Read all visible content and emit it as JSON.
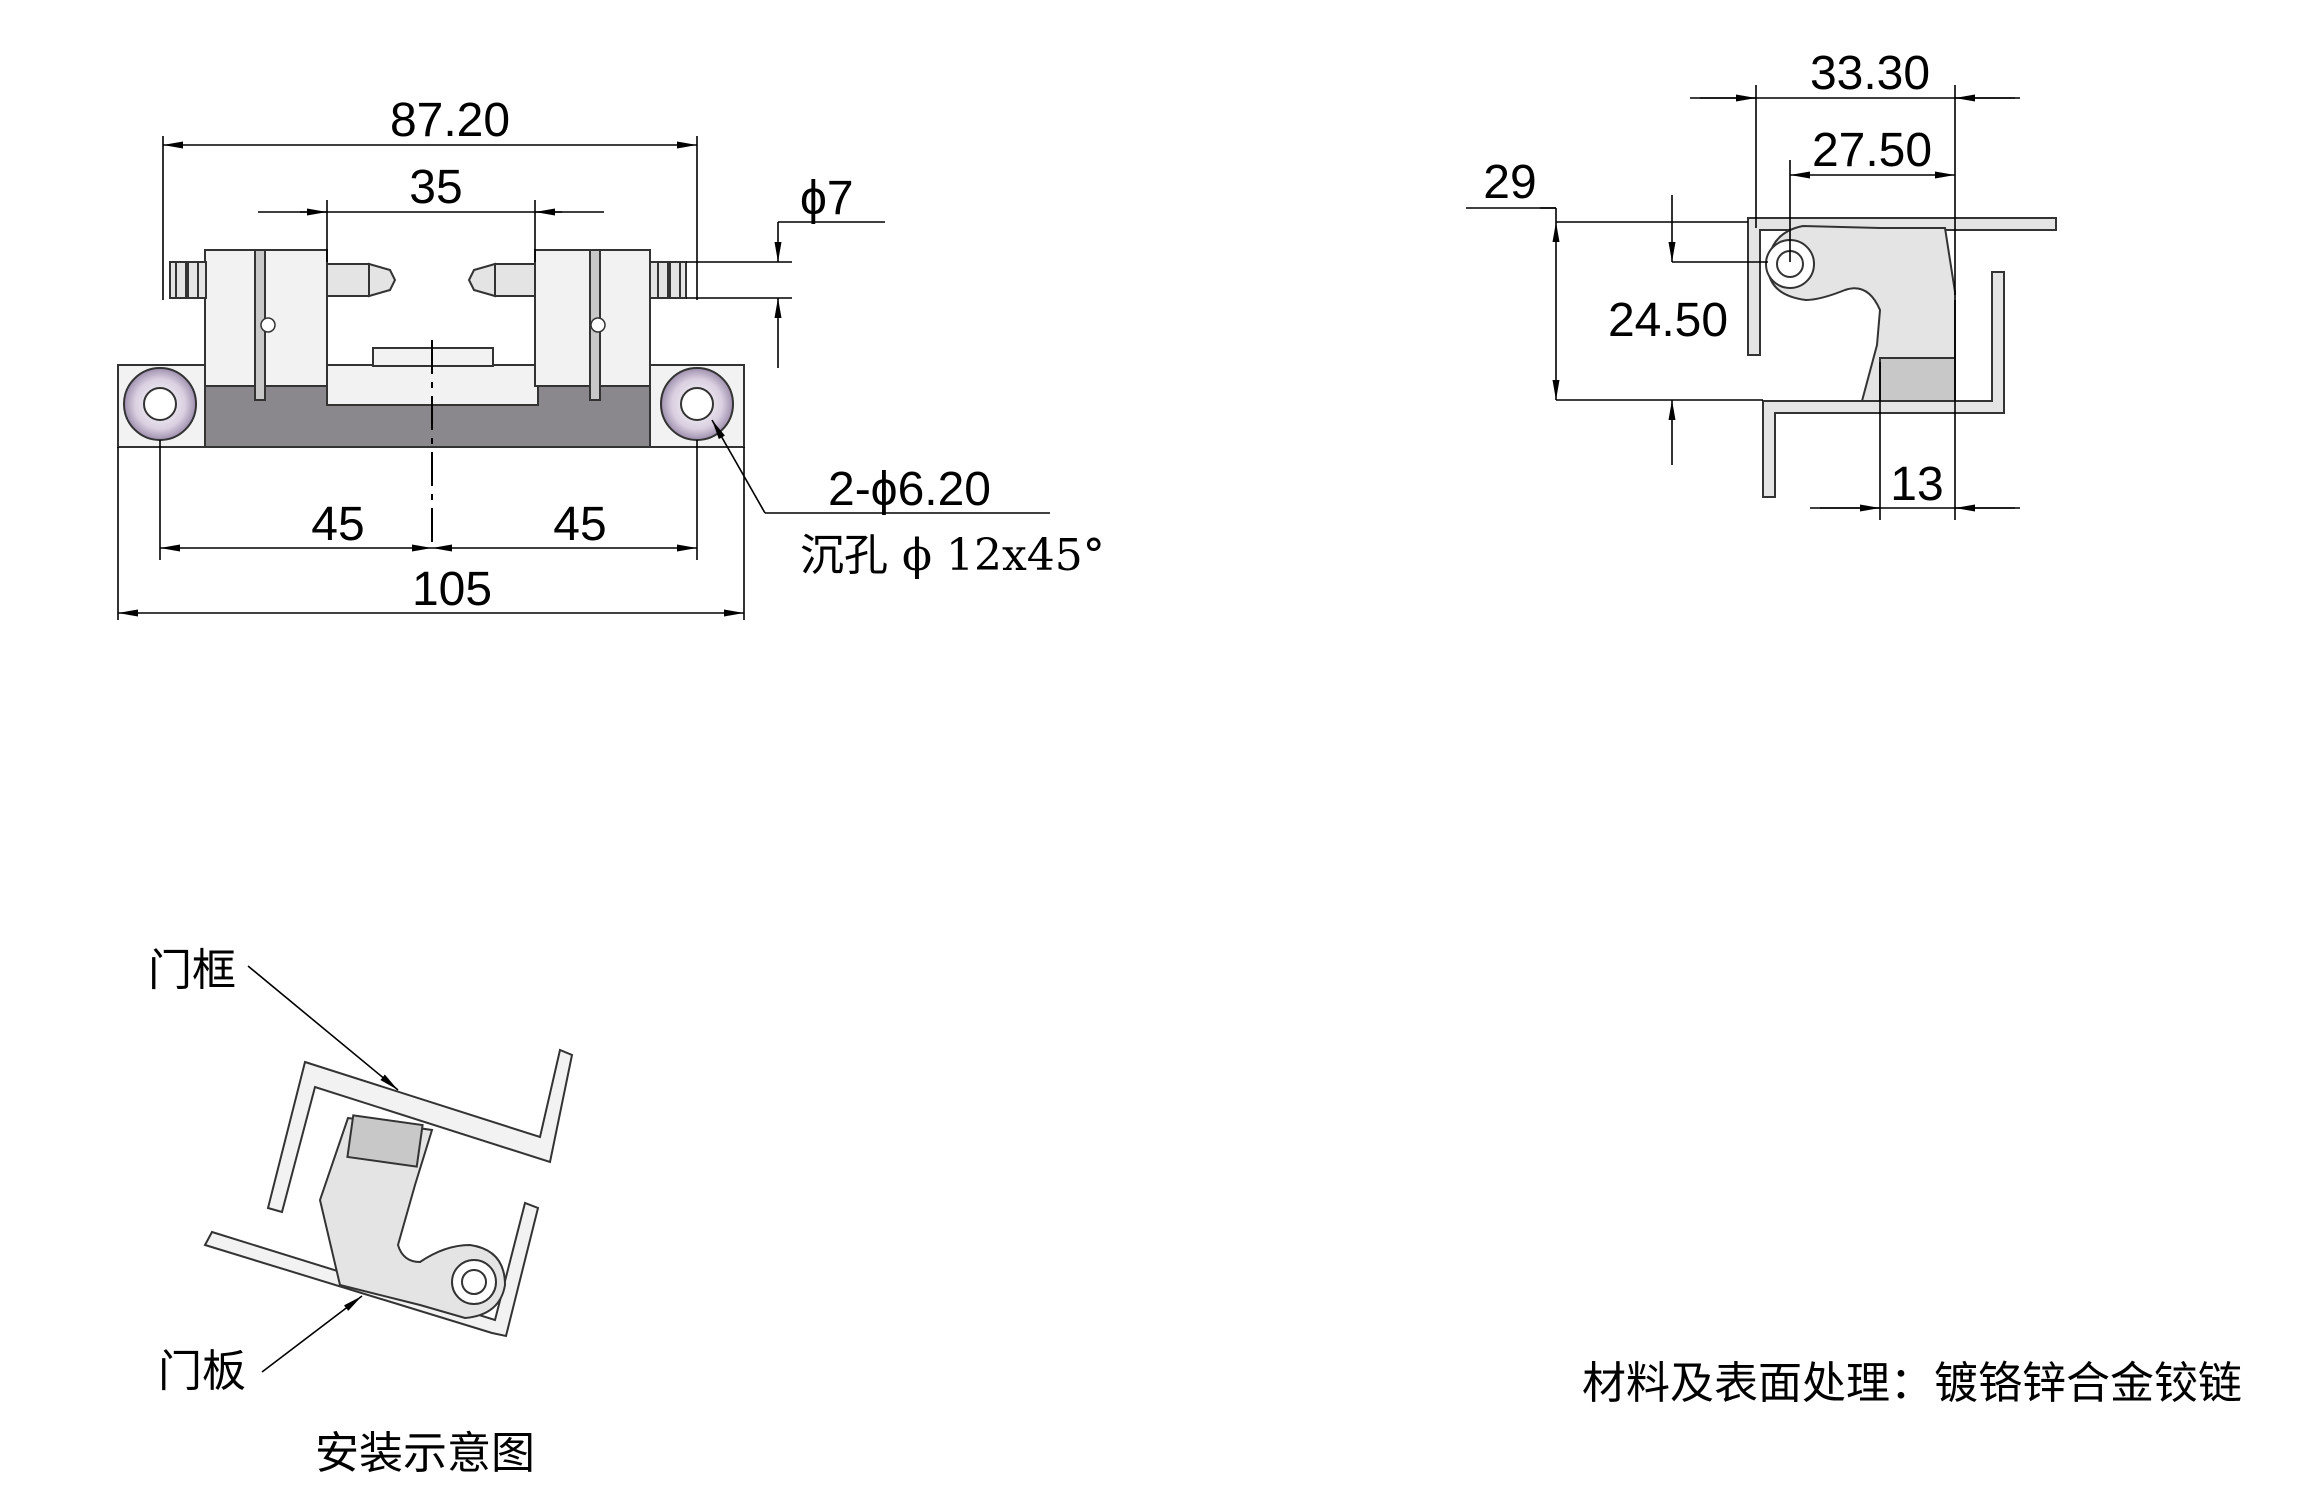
{
  "front_view": {
    "dim_total_pin": "87.20",
    "dim_knuckle_spacing": "35",
    "dim_pin_diameter": "ϕ7",
    "dim_hole_callout": "2-ϕ6.20",
    "dim_countersink": "沉孔 ϕ 12x45°",
    "dim_left_half": "45",
    "dim_right_half": "45",
    "dim_overall_length": "105"
  },
  "side_view": {
    "dim_overall_width": "33.30",
    "dim_pin_to_edge": "27.50",
    "dim_height": "29",
    "dim_pin_height": "24.50",
    "dim_leaf_width": "13"
  },
  "install_view": {
    "label_frame": "门框",
    "label_door": "门板",
    "caption": "安装示意图"
  },
  "note": "材料及表面处理：镀铬锌合金铰链",
  "colors": {
    "line": "#000000",
    "part_fill": "#e4e4e4",
    "base_dark": "#8a878d",
    "hole_gradient": "#b9a7c6"
  }
}
